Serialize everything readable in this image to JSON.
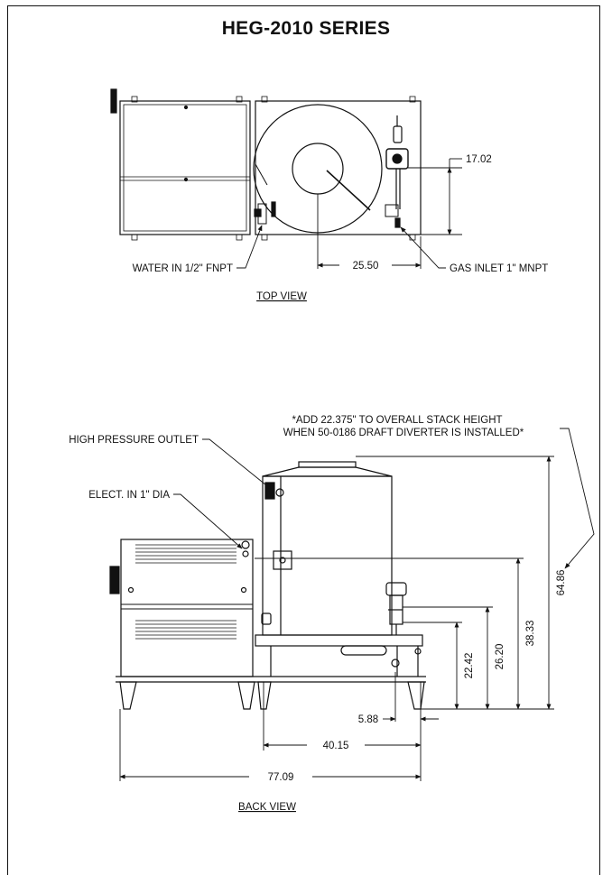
{
  "title": "HEG-2010 SERIES",
  "views": {
    "top": {
      "caption": "TOP VIEW",
      "dim_height": "17.02",
      "dim_width": "25.50",
      "label_water": "WATER IN 1/2\" FNPT",
      "label_gas": "GAS INLET 1\" MNPT"
    },
    "back": {
      "caption": "BACK VIEW",
      "note_line1": "*ADD 22.375\" TO OVERALL STACK HEIGHT",
      "note_line2": "WHEN 50-0186 DRAFT DIVERTER IS INSTALLED*",
      "label_outlet": "HIGH PRESSURE OUTLET",
      "label_elect": "ELECT. IN 1\" DIA",
      "dim_overall": "64.86",
      "dim_38": "38.33",
      "dim_26": "26.20",
      "dim_22": "22.42",
      "dim_588": "5.88",
      "dim_4015": "40.15",
      "dim_7709": "77.09"
    }
  }
}
